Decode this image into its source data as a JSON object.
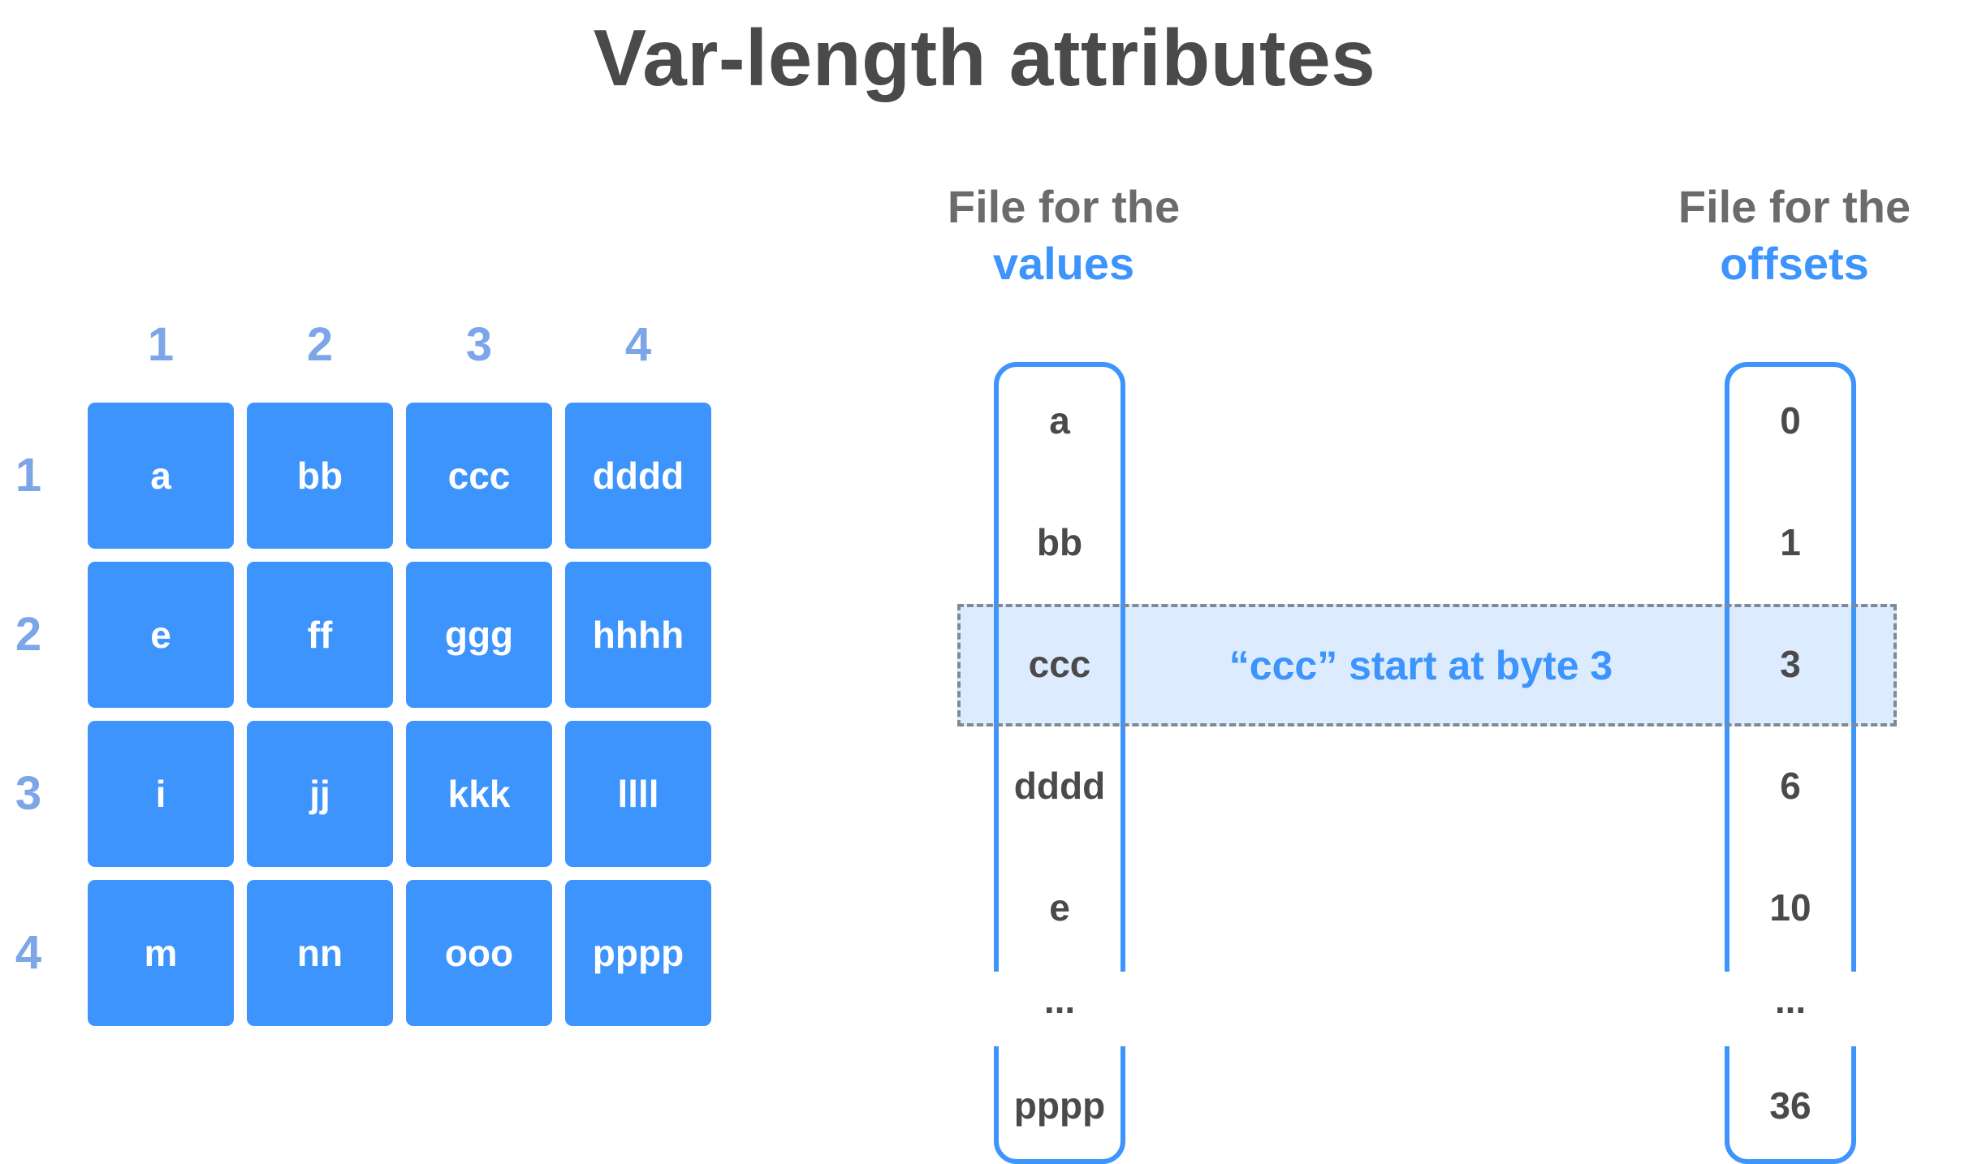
{
  "title": "Var-length attributes",
  "matrix": {
    "column_labels": [
      "1",
      "2",
      "3",
      "4"
    ],
    "row_labels": [
      "1",
      "2",
      "3",
      "4"
    ],
    "rows": [
      [
        "a",
        "bb",
        "ccc",
        "dddd"
      ],
      [
        "e",
        "ff",
        "ggg",
        "hhhh"
      ],
      [
        "i",
        "jj",
        "kkk",
        "llll"
      ],
      [
        "m",
        "nn",
        "ooo",
        "pppp"
      ]
    ]
  },
  "values_file": {
    "title_line1": "File for the",
    "title_line2": "values",
    "entries": [
      "a",
      "bb",
      "ccc",
      "dddd",
      "e",
      "...",
      "pppp"
    ]
  },
  "offsets_file": {
    "title_line1": "File for the",
    "title_line2": "offsets",
    "entries": [
      "0",
      "1",
      "3",
      "6",
      "10",
      "...",
      "36"
    ]
  },
  "highlight": {
    "text": "“ccc” start at byte 3"
  },
  "colors": {
    "cell_fill": "#3d94fc",
    "label_blue": "#7da6e8",
    "accent": "#3d94fc",
    "text_dark": "#4a4a4a",
    "highlight_border": "#7f8a96"
  }
}
